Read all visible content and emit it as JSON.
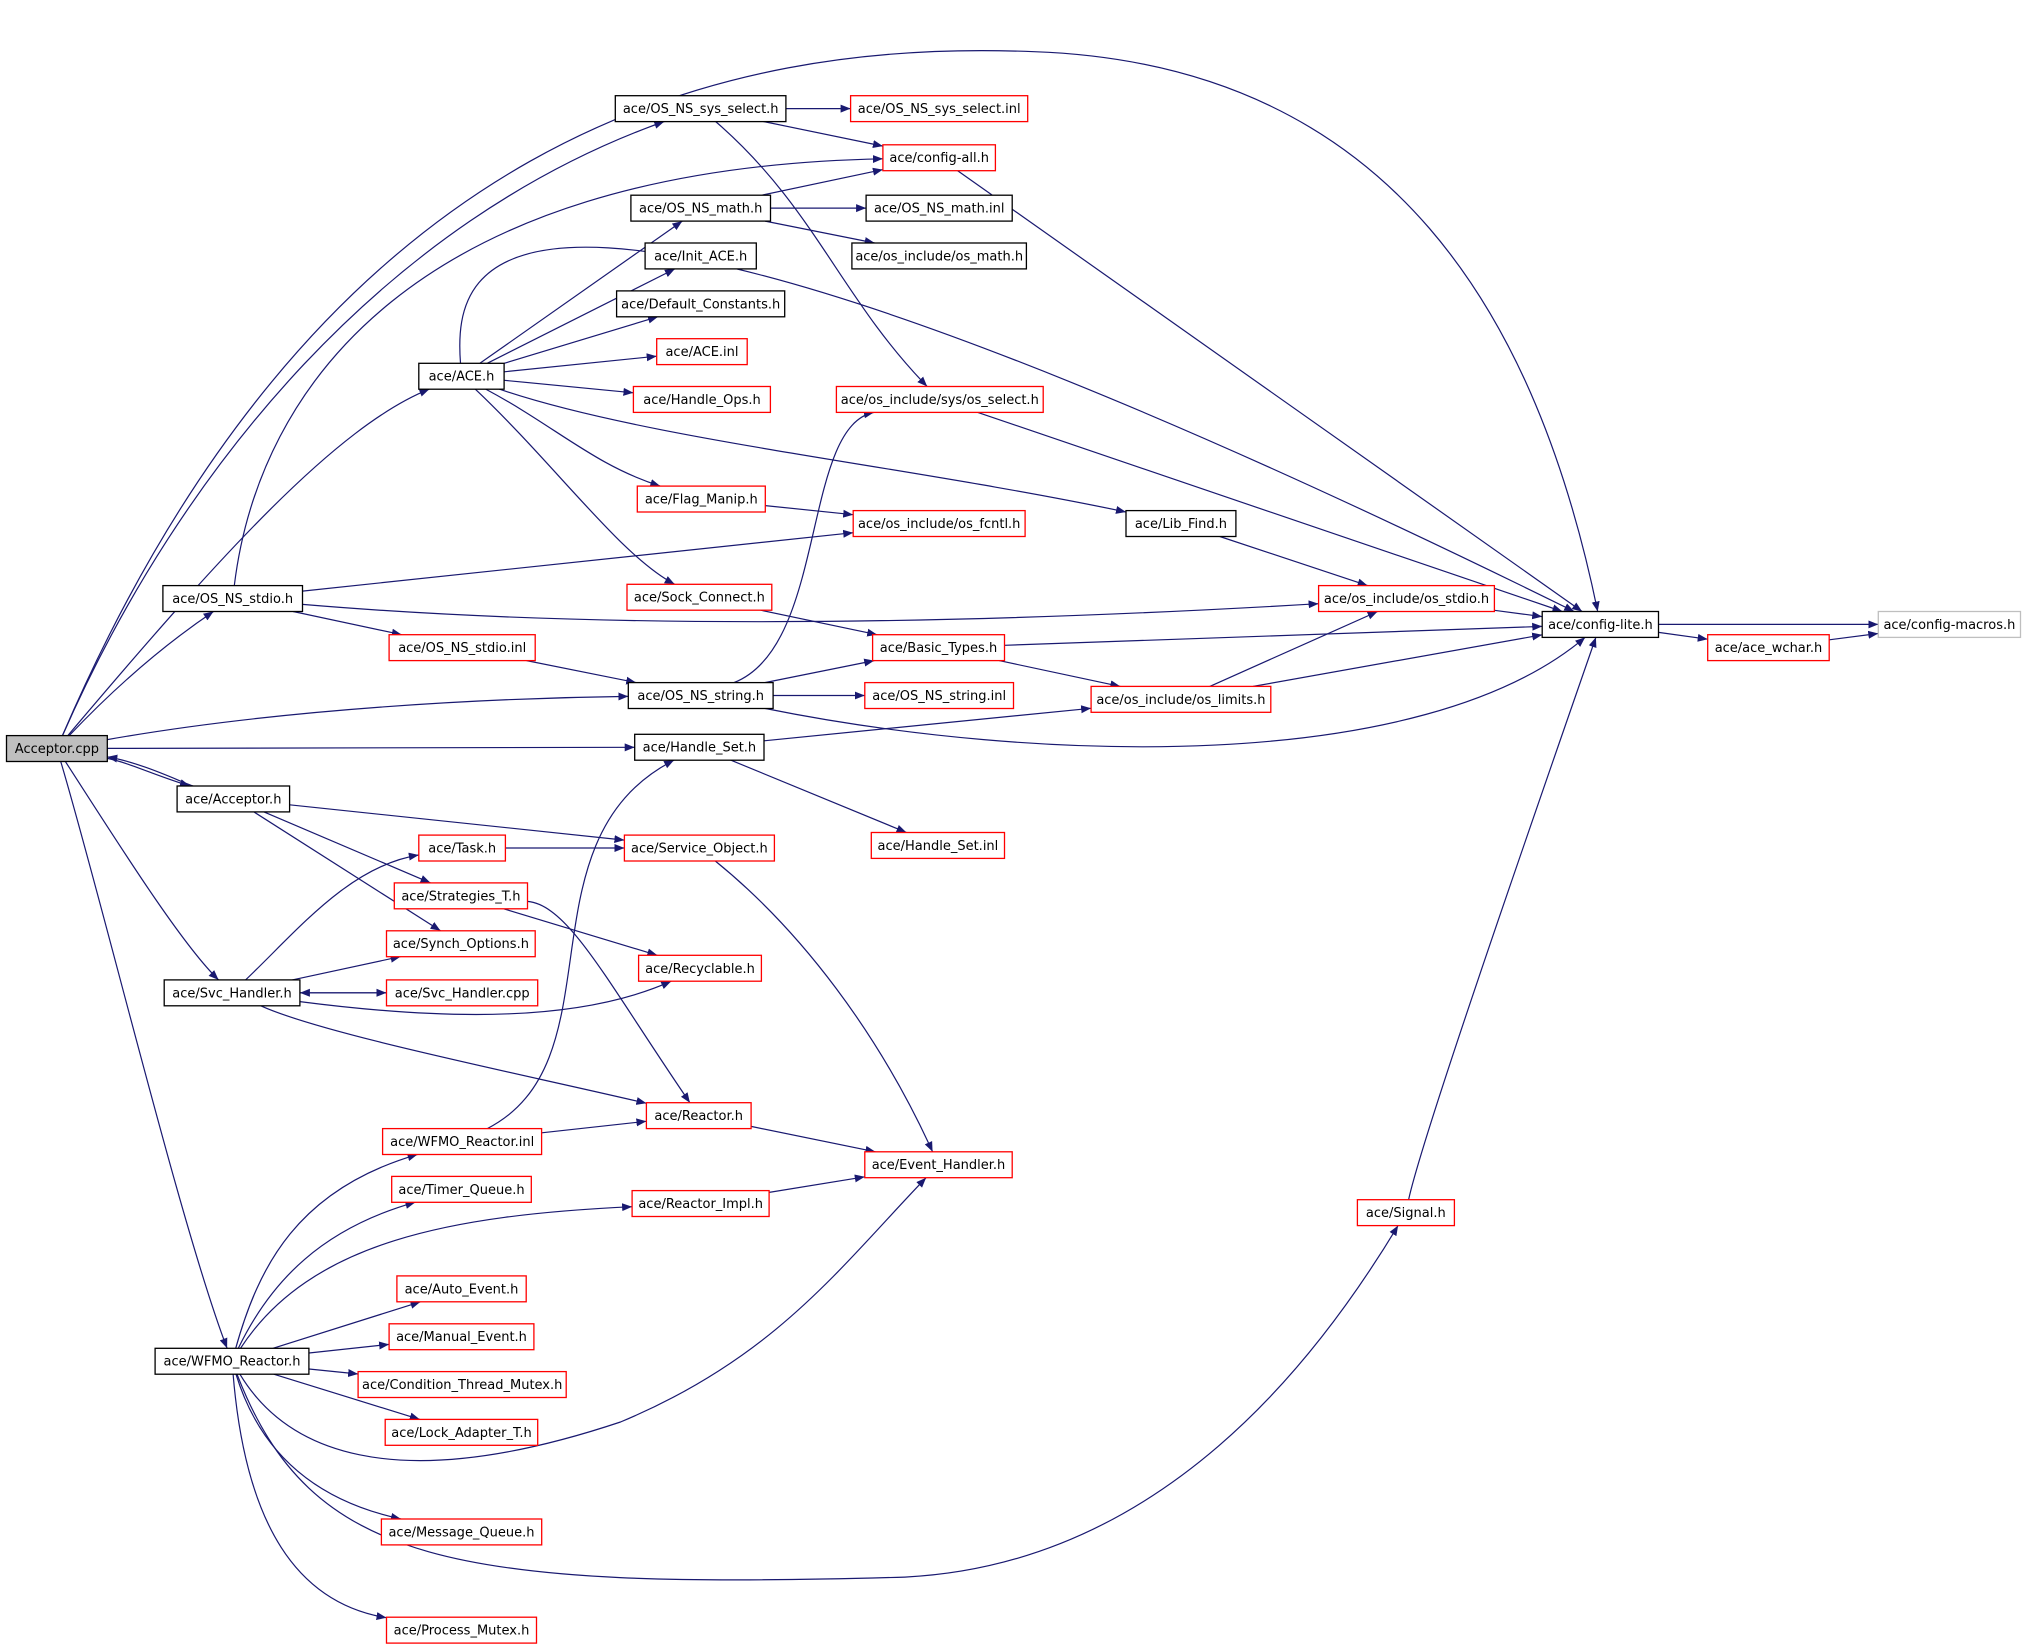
{
  "colors": {
    "edge": "#191970",
    "border_black": "#000000",
    "border_red": "#ff0000",
    "border_gray": "#bfbfbf",
    "root_fill": "#bfbfbf",
    "text": "#000000"
  },
  "nodes": [
    {
      "id": "acceptor_cpp",
      "label": "Acceptor.cpp",
      "style": "root"
    },
    {
      "id": "os_ns_sys_select_h",
      "label": "ace/OS_NS_sys_select.h",
      "style": "black"
    },
    {
      "id": "os_ns_sys_select_inl",
      "label": "ace/OS_NS_sys_select.inl",
      "style": "red"
    },
    {
      "id": "config_all_h",
      "label": "ace/config-all.h",
      "style": "red"
    },
    {
      "id": "os_ns_math_h",
      "label": "ace/OS_NS_math.h",
      "style": "black"
    },
    {
      "id": "os_ns_math_inl",
      "label": "ace/OS_NS_math.inl",
      "style": "black"
    },
    {
      "id": "os_math_h",
      "label": "ace/os_include/os_math.h",
      "style": "black"
    },
    {
      "id": "init_ace_h",
      "label": "ace/Init_ACE.h",
      "style": "black"
    },
    {
      "id": "default_constants_h",
      "label": "ace/Default_Constants.h",
      "style": "black"
    },
    {
      "id": "ace_inl",
      "label": "ace/ACE.inl",
      "style": "red"
    },
    {
      "id": "ace_h",
      "label": "ace/ACE.h",
      "style": "black"
    },
    {
      "id": "handle_ops_h",
      "label": "ace/Handle_Ops.h",
      "style": "red"
    },
    {
      "id": "os_select_h",
      "label": "ace/os_include/sys/os_select.h",
      "style": "red"
    },
    {
      "id": "flag_manip_h",
      "label": "ace/Flag_Manip.h",
      "style": "red"
    },
    {
      "id": "os_fcntl_h",
      "label": "ace/os_include/os_fcntl.h",
      "style": "red"
    },
    {
      "id": "lib_find_h",
      "label": "ace/Lib_Find.h",
      "style": "black"
    },
    {
      "id": "os_ns_stdio_h",
      "label": "ace/OS_NS_stdio.h",
      "style": "black"
    },
    {
      "id": "sock_connect_h",
      "label": "ace/Sock_Connect.h",
      "style": "red"
    },
    {
      "id": "os_stdio_h",
      "label": "ace/os_include/os_stdio.h",
      "style": "red"
    },
    {
      "id": "config_lite_h",
      "label": "ace/config-lite.h",
      "style": "black"
    },
    {
      "id": "config_macros_h",
      "label": "ace/config-macros.h",
      "style": "gray"
    },
    {
      "id": "basic_types_h",
      "label": "ace/Basic_Types.h",
      "style": "red"
    },
    {
      "id": "ace_wchar_h",
      "label": "ace/ace_wchar.h",
      "style": "red"
    },
    {
      "id": "os_ns_stdio_inl",
      "label": "ace/OS_NS_stdio.inl",
      "style": "red"
    },
    {
      "id": "os_ns_string_h",
      "label": "ace/OS_NS_string.h",
      "style": "black"
    },
    {
      "id": "os_ns_string_inl",
      "label": "ace/OS_NS_string.inl",
      "style": "red"
    },
    {
      "id": "os_limits_h",
      "label": "ace/os_include/os_limits.h",
      "style": "red"
    },
    {
      "id": "handle_set_h",
      "label": "ace/Handle_Set.h",
      "style": "black"
    },
    {
      "id": "acceptor_h",
      "label": "ace/Acceptor.h",
      "style": "black"
    },
    {
      "id": "service_object_h",
      "label": "ace/Service_Object.h",
      "style": "red"
    },
    {
      "id": "handle_set_inl",
      "label": "ace/Handle_Set.inl",
      "style": "red"
    },
    {
      "id": "task_h",
      "label": "ace/Task.h",
      "style": "red"
    },
    {
      "id": "strategies_t_h",
      "label": "ace/Strategies_T.h",
      "style": "red"
    },
    {
      "id": "synch_options_h",
      "label": "ace/Synch_Options.h",
      "style": "red"
    },
    {
      "id": "recyclable_h",
      "label": "ace/Recyclable.h",
      "style": "red"
    },
    {
      "id": "svc_handler_h",
      "label": "ace/Svc_Handler.h",
      "style": "black"
    },
    {
      "id": "svc_handler_cpp",
      "label": "ace/Svc_Handler.cpp",
      "style": "red"
    },
    {
      "id": "reactor_h",
      "label": "ace/Reactor.h",
      "style": "red"
    },
    {
      "id": "wfmo_reactor_inl",
      "label": "ace/WFMO_Reactor.inl",
      "style": "red"
    },
    {
      "id": "event_handler_h",
      "label": "ace/Event_Handler.h",
      "style": "red"
    },
    {
      "id": "timer_queue_h",
      "label": "ace/Timer_Queue.h",
      "style": "red"
    },
    {
      "id": "reactor_impl_h",
      "label": "ace/Reactor_Impl.h",
      "style": "red"
    },
    {
      "id": "signal_h",
      "label": "ace/Signal.h",
      "style": "red"
    },
    {
      "id": "auto_event_h",
      "label": "ace/Auto_Event.h",
      "style": "red"
    },
    {
      "id": "manual_event_h",
      "label": "ace/Manual_Event.h",
      "style": "red"
    },
    {
      "id": "wfmo_reactor_h",
      "label": "ace/WFMO_Reactor.h",
      "style": "black"
    },
    {
      "id": "condition_thread_mutex_h",
      "label": "ace/Condition_Thread_Mutex.h",
      "style": "red"
    },
    {
      "id": "lock_adapter_t_h",
      "label": "ace/Lock_Adapter_T.h",
      "style": "red"
    },
    {
      "id": "message_queue_h",
      "label": "ace/Message_Queue.h",
      "style": "red"
    },
    {
      "id": "process_mutex_h",
      "label": "ace/Process_Mutex.h",
      "style": "red"
    }
  ],
  "edges": [
    [
      "acceptor_cpp",
      "os_ns_sys_select_h"
    ],
    [
      "acceptor_cpp",
      "config_lite_h"
    ],
    [
      "acceptor_cpp",
      "ace_h"
    ],
    [
      "acceptor_cpp",
      "os_ns_stdio_h"
    ],
    [
      "acceptor_cpp",
      "os_ns_string_h"
    ],
    [
      "acceptor_cpp",
      "handle_set_h"
    ],
    [
      "acceptor_cpp",
      "acceptor_h"
    ],
    [
      "acceptor_cpp",
      "svc_handler_h"
    ],
    [
      "acceptor_cpp",
      "wfmo_reactor_h"
    ],
    [
      "acceptor_h",
      "acceptor_cpp"
    ],
    [
      "acceptor_h",
      "service_object_h"
    ],
    [
      "acceptor_h",
      "strategies_t_h"
    ],
    [
      "acceptor_h",
      "synch_options_h"
    ],
    [
      "os_ns_sys_select_h",
      "os_ns_sys_select_inl"
    ],
    [
      "os_ns_sys_select_h",
      "config_all_h"
    ],
    [
      "os_ns_sys_select_h",
      "os_select_h"
    ],
    [
      "os_ns_math_h",
      "config_all_h"
    ],
    [
      "os_ns_math_h",
      "os_ns_math_inl"
    ],
    [
      "os_ns_math_h",
      "os_math_h"
    ],
    [
      "ace_h",
      "os_ns_math_h"
    ],
    [
      "ace_h",
      "init_ace_h"
    ],
    [
      "ace_h",
      "default_constants_h"
    ],
    [
      "ace_h",
      "ace_inl"
    ],
    [
      "ace_h",
      "handle_ops_h"
    ],
    [
      "ace_h",
      "flag_manip_h"
    ],
    [
      "ace_h",
      "sock_connect_h"
    ],
    [
      "ace_h",
      "lib_find_h"
    ],
    [
      "ace_h",
      "config_lite_h"
    ],
    [
      "os_ns_stdio_h",
      "config_all_h"
    ],
    [
      "os_ns_stdio_h",
      "os_fcntl_h"
    ],
    [
      "os_ns_stdio_h",
      "os_stdio_h"
    ],
    [
      "os_ns_stdio_h",
      "os_ns_stdio_inl"
    ],
    [
      "flag_manip_h",
      "os_fcntl_h"
    ],
    [
      "lib_find_h",
      "os_stdio_h"
    ],
    [
      "sock_connect_h",
      "basic_types_h"
    ],
    [
      "config_all_h",
      "config_lite_h"
    ],
    [
      "os_select_h",
      "config_lite_h"
    ],
    [
      "os_stdio_h",
      "config_lite_h"
    ],
    [
      "basic_types_h",
      "config_lite_h"
    ],
    [
      "basic_types_h",
      "os_limits_h"
    ],
    [
      "os_limits_h",
      "config_lite_h"
    ],
    [
      "os_limits_h",
      "os_stdio_h"
    ],
    [
      "config_lite_h",
      "config_macros_h"
    ],
    [
      "config_lite_h",
      "ace_wchar_h"
    ],
    [
      "ace_wchar_h",
      "config_macros_h"
    ],
    [
      "os_ns_stdio_inl",
      "os_ns_string_h"
    ],
    [
      "os_ns_string_h",
      "basic_types_h"
    ],
    [
      "os_ns_string_h",
      "os_ns_string_inl"
    ],
    [
      "os_ns_string_h",
      "config_lite_h"
    ],
    [
      "os_ns_string_h",
      "os_select_h"
    ],
    [
      "handle_set_h",
      "os_limits_h"
    ],
    [
      "handle_set_h",
      "handle_set_inl"
    ],
    [
      "task_h",
      "service_object_h"
    ],
    [
      "strategies_t_h",
      "recyclable_h"
    ],
    [
      "strategies_t_h",
      "reactor_h"
    ],
    [
      "service_object_h",
      "event_handler_h"
    ],
    [
      "svc_handler_h",
      "task_h"
    ],
    [
      "svc_handler_h",
      "synch_options_h"
    ],
    [
      "svc_handler_h",
      "svc_handler_cpp"
    ],
    [
      "svc_handler_cpp",
      "svc_handler_h"
    ],
    [
      "svc_handler_h",
      "recyclable_h"
    ],
    [
      "svc_handler_h",
      "reactor_h"
    ],
    [
      "reactor_h",
      "event_handler_h"
    ],
    [
      "wfmo_reactor_inl",
      "reactor_h"
    ],
    [
      "wfmo_reactor_inl",
      "handle_set_h"
    ],
    [
      "reactor_impl_h",
      "event_handler_h"
    ],
    [
      "wfmo_reactor_h",
      "wfmo_reactor_inl"
    ],
    [
      "wfmo_reactor_h",
      "timer_queue_h"
    ],
    [
      "wfmo_reactor_h",
      "reactor_impl_h"
    ],
    [
      "wfmo_reactor_h",
      "auto_event_h"
    ],
    [
      "wfmo_reactor_h",
      "manual_event_h"
    ],
    [
      "wfmo_reactor_h",
      "condition_thread_mutex_h"
    ],
    [
      "wfmo_reactor_h",
      "lock_adapter_t_h"
    ],
    [
      "wfmo_reactor_h",
      "event_handler_h"
    ],
    [
      "wfmo_reactor_h",
      "message_queue_h"
    ],
    [
      "wfmo_reactor_h",
      "signal_h"
    ],
    [
      "wfmo_reactor_h",
      "process_mutex_h"
    ],
    [
      "signal_h",
      "config_lite_h"
    ]
  ]
}
